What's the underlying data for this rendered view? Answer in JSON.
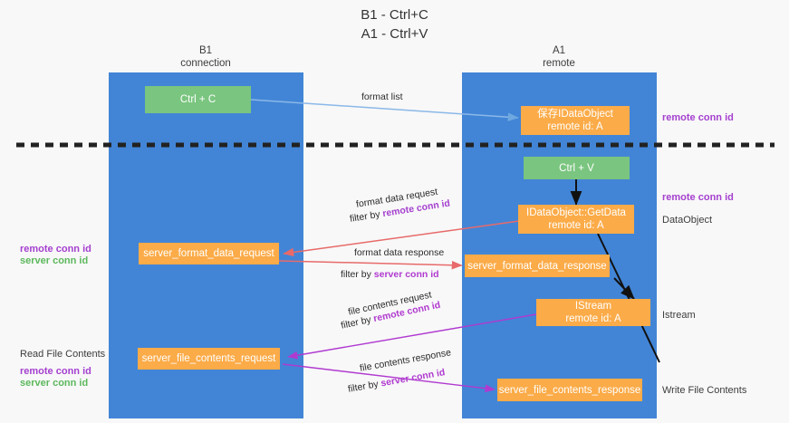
{
  "title": "B1 - Ctrl+C\nA1 - Ctrl+V",
  "columns": [
    {
      "name": "B1",
      "subtitle": "connection"
    },
    {
      "name": "A1",
      "subtitle": "remote"
    }
  ],
  "nodes": {
    "ctrl_c": "Ctrl + C",
    "ctrl_v": "Ctrl + V",
    "save_dataobject_line1": "保存IDataObject",
    "save_dataobject_line2": "remote id: A",
    "getdata_line1": "IDataObject::GetData",
    "getdata_line2": "remote id: A",
    "istream_line1": "IStream",
    "istream_line2": "remote id: A",
    "server_format_data_request": "server_format_data_request",
    "server_format_data_response": "server_format_data_response",
    "server_file_contents_request": "server_file_contents_request",
    "server_file_contents_response": "server_file_contents_response"
  },
  "edges": {
    "format_list": "format list",
    "format_data_request": "format data request",
    "format_data_request_filter_prefix": "filter by ",
    "format_data_request_filter_key": "remote conn id",
    "format_data_response": "format data response",
    "format_data_response_filter_prefix": "filter by ",
    "format_data_response_filter_key": "server conn id",
    "file_contents_request": "file contents request",
    "file_contents_request_filter_prefix": "filter by ",
    "file_contents_request_filter_key": "remote conn id",
    "file_contents_response": "file contents response",
    "file_contents_response_filter_prefix": "filter by ",
    "file_contents_response_filter_key": "server conn id"
  },
  "annotations": {
    "left_remote_conn_id": "remote conn id",
    "left_server_conn_id": "server conn id",
    "read_file_contents": "Read File Contents",
    "left_remote_conn_id_2": "remote conn id",
    "left_server_conn_id_2": "server conn id",
    "right_remote_conn_id_top": "remote conn id",
    "right_remote_conn_id_mid": "remote conn id",
    "dataobject": "DataObject",
    "istream": "Istream",
    "write_file_contents": "Write File Contents"
  },
  "colors": {
    "column": "#4285d6",
    "green_node": "#7ac57f",
    "orange_node": "#fbab48",
    "purple": "#a540cf",
    "green_text": "#5cb85c",
    "magenta": "#b03ad0",
    "blue_arrow": "#8bb8e8",
    "red_arrow": "#e86060",
    "black_arrow": "#111111",
    "divider": "#222222"
  }
}
